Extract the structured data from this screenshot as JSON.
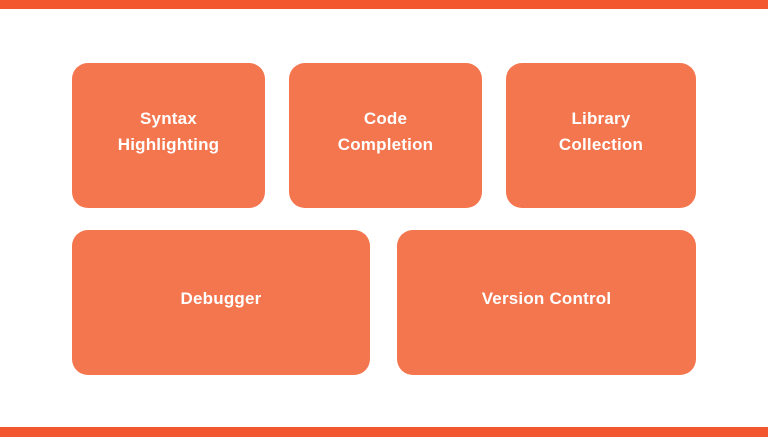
{
  "slide": {
    "background_color": "#FFFFFF",
    "accent_bar_color": "#F2572D",
    "card_color": "#F4764F",
    "label_color": "#FFFFFF"
  },
  "cards": [
    {
      "label": "Syntax Highlighting"
    },
    {
      "label": "Code Completion"
    },
    {
      "label": "Library Collection"
    },
    {
      "label": "Debugger"
    },
    {
      "label": "Version Control"
    }
  ]
}
